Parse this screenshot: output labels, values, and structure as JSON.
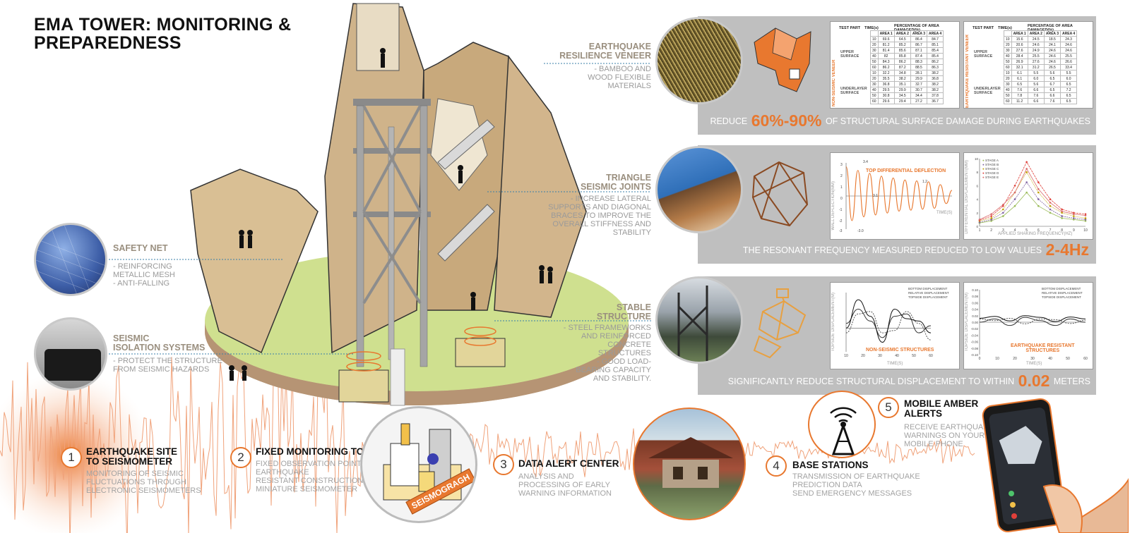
{
  "title": {
    "bold": "EMA",
    "rest": " TOWER: MONITORING &",
    "line2": "PREPAREDNESS"
  },
  "left_labels": [
    {
      "title": "SAFETY NET",
      "desc": [
        "- REINFORCING",
        "METALLIC MESH",
        "-  ANTI-FALLING"
      ]
    },
    {
      "title": "SEISMIC\nISOLATION SYSTEMS",
      "desc": [
        "- PROTECT THE STRUCTURE",
        "FROM SEISMIC HAZARDS"
      ]
    }
  ],
  "right_labels": [
    {
      "title_1": "EARTHQUAKE",
      "title_2": "RESILIENCE VENEER",
      "desc": [
        "- BAMBOO AND",
        "WOOD FLEXIBLE",
        "MATERIALS"
      ]
    },
    {
      "title_1": "TRIANGLE",
      "title_2": "SEISMIC JOINTS",
      "desc": [
        "- INCREASE LATERAL",
        "SUPPORTS AND DIAGONAL",
        "BRACES TO IMPROVE THE",
        "OVERALL STIFFNESS AND",
        "STABILITY"
      ]
    },
    {
      "title_1": "STABLE",
      "title_2": "STRUCTURE",
      "desc": [
        "- STEEL FRAMEWORKS",
        "AND REINFORCED",
        "CONCRETE",
        "STRUCTURES",
        "- GOOD LOAD-",
        "BEARING CAPACITY",
        "AND STABILITY."
      ]
    }
  ],
  "panels": [
    {
      "pre": "REDUCE",
      "big": "60%-90%",
      "post": "OF STRUCTURAL SURFACE DAMAGE DURING EARTHQUAKES"
    },
    {
      "pre": "THE RESONANT FREQUENCY MEASURED REDUCED TO LOW VALUES",
      "big": "2-4Hz",
      "post": ""
    },
    {
      "pre": "SIGNIFICANTLY REDUCE STRUCTURAL DISPLACEMENT TO WITHIN",
      "big": "0.02",
      "post": "METERS"
    }
  ],
  "table": {
    "head_test": "TEST PART",
    "head_time": "TIME(s)",
    "head_pct": "PERCENTAGE OF AREA DAMAGED(%)",
    "areas": [
      "AREA 1",
      "AREA 2",
      "AREA 3",
      "AREA 4"
    ],
    "left_vlabel": "NON-SEISMIC VENEER",
    "right_vlabel": "EARTHQUAKE RESISTANT VENEER",
    "upper": "UPPER\nSURFACE",
    "under": "UNDERLAYER\nSURFACE",
    "times": [
      "10",
      "20",
      "30",
      "40",
      "50",
      "60"
    ],
    "left_upper": [
      [
        "69.6",
        "64.5",
        "86.4",
        "84.7"
      ],
      [
        "81.2",
        "85.2",
        "86.7",
        "85.1"
      ],
      [
        "81.4",
        "85.6",
        "87.1",
        "85.4"
      ],
      [
        "82",
        "85.8",
        "87.4",
        "85.4"
      ],
      [
        "84.3",
        "86.2",
        "88.3",
        "86.2"
      ],
      [
        "86.2",
        "87.2",
        "88.5",
        "86.3"
      ]
    ],
    "left_under": [
      [
        "32.2",
        "34.8",
        "28.1",
        "38.2"
      ],
      [
        "35.5",
        "38.2",
        "29.9",
        "36.8"
      ],
      [
        "36.8",
        "35.1",
        "32.7",
        "38.2"
      ],
      [
        "29.5",
        "29.9",
        "30.7",
        "38.2"
      ],
      [
        "30.8",
        "34.5",
        "34.4",
        "37.8"
      ],
      [
        "29.6",
        "29.4",
        "27.2",
        "36.7"
      ]
    ],
    "right_upper": [
      [
        "15.6",
        "24.5",
        "18.5",
        "24.3"
      ],
      [
        "20.6",
        "24.6",
        "24.1",
        "24.6"
      ],
      [
        "27.6",
        "24.9",
        "24.6",
        "24.6"
      ],
      [
        "28.4",
        "25.5",
        "24.6",
        "25.5"
      ],
      [
        "26.9",
        "27.6",
        "24.6",
        "26.6"
      ],
      [
        "32.1",
        "31.2",
        "26.5",
        "33.4"
      ]
    ],
    "right_under": [
      [
        "6.1",
        "5.5",
        "5.6",
        "5.5"
      ],
      [
        "6.1",
        "6.0",
        "6.5",
        "6.0"
      ],
      [
        "6.5",
        "5.6",
        "6.7",
        "6.5"
      ],
      [
        "7.6",
        "6.6",
        "6.5",
        "7.2"
      ],
      [
        "7.8",
        "7.6",
        "6.6",
        "6.5"
      ],
      [
        "11.2",
        "6.6",
        "7.6",
        "6.5"
      ]
    ]
  },
  "chart_data": [
    {
      "type": "line",
      "title": "TOP DIFFERENTIAL DEFLECTION",
      "xlabel": "TIME(s)",
      "ylabel": "WALL DEFLECTION(mm)",
      "yticks": [
        "3",
        "2",
        "1",
        "0",
        "-1",
        "-2",
        "-3"
      ],
      "annotations": [
        "3.4",
        "3.1",
        "1.2",
        "-3.0"
      ],
      "series": [
        {
          "values": [
            3.1,
            -2.6,
            2.7,
            -2.2,
            2.4,
            -2.0,
            2.1,
            -1.8,
            1.9,
            -1.6,
            1.7,
            -1.5,
            1.6,
            -1.4,
            1.5,
            -1.3,
            1.2,
            -0.8,
            0.6
          ]
        }
      ],
      "ylim": [
        -3.5,
        3.5
      ]
    },
    {
      "type": "line",
      "title": "",
      "xlabel": "APPLIED SHAKING FREQUENCY(Hz)",
      "ylabel": "DIFFERENTIAL DISPLACEMENT(mm)",
      "categories": [
        "1",
        "2",
        "3",
        "4",
        "5",
        "6",
        "7",
        "8",
        "9",
        "10"
      ],
      "yticks": [
        "10",
        "8",
        "6",
        "4",
        "2",
        "0"
      ],
      "ylim": [
        0,
        10
      ],
      "series": [
        {
          "name": "STAGE A",
          "values": [
            0.5,
            0.8,
            1.5,
            3.0,
            5.0,
            3.0,
            2.0,
            1.2,
            1.0,
            0.8
          ]
        },
        {
          "name": "STAGE B",
          "values": [
            0.6,
            1.0,
            2.0,
            4.0,
            6.5,
            4.0,
            2.5,
            1.5,
            1.2,
            1.0
          ]
        },
        {
          "name": "STAGE C",
          "values": [
            0.8,
            1.2,
            2.5,
            5.0,
            8.0,
            5.0,
            3.0,
            2.0,
            1.5,
            1.2
          ]
        },
        {
          "name": "STAGE D",
          "values": [
            0.9,
            1.5,
            3.0,
            6.0,
            9.5,
            6.5,
            4.0,
            2.5,
            2.0,
            1.8
          ]
        },
        {
          "name": "STAGE E",
          "values": [
            1.0,
            1.8,
            3.2,
            5.0,
            8.5,
            5.5,
            3.5,
            2.2,
            1.8,
            1.6
          ]
        }
      ],
      "colors": [
        "#9bbb59",
        "#8064a2",
        "#c0a000",
        "#e0403a",
        "#d96b6b"
      ]
    },
    {
      "type": "line",
      "title": "NON-SEISMIC STRUCTURES",
      "xlabel": "TIME(s)",
      "ylabel": "TOPSIDE DISPLACEMENT(m)",
      "categories": [
        "10",
        "20",
        "30",
        "40",
        "50",
        "60"
      ],
      "legend": [
        "BOTTOM DISPLACEMENT",
        "RELATIVE DISPLACEMENT",
        "TOPSIDE DISPLACEMENT"
      ],
      "series": [
        {
          "name": "BOTTOM DISPLACEMENT",
          "values": [
            0.02,
            0.08,
            0.03,
            -0.04,
            0.05,
            0.06,
            -0.02,
            0.01
          ]
        },
        {
          "name": "RELATIVE DISPLACEMENT",
          "values": [
            -0.02,
            0.06,
            0.07,
            -0.02,
            -0.01,
            0.07,
            0.02,
            -0.05
          ]
        },
        {
          "name": "TOPSIDE DISPLACEMENT",
          "values": [
            0.0,
            0.12,
            0.05,
            -0.06,
            0.08,
            0.04,
            0.03,
            -0.02
          ]
        }
      ],
      "ylim": [
        -0.1,
        0.15
      ]
    },
    {
      "type": "line",
      "title": "EARTHQUAKE RESISTANT\nSTRUCTURES",
      "xlabel": "TIME(s)",
      "ylabel": "TOPSIDE DISPLACEMENT(m)",
      "categories": [
        "0",
        "10",
        "20",
        "30",
        "40",
        "50",
        "60"
      ],
      "yticks": [
        "0.10",
        "0.08",
        "0.06",
        "0.04",
        "0.02",
        "0.00",
        "-0.02",
        "-0.04",
        "-0.06",
        "-0.08",
        "-0.10"
      ],
      "legend": [
        "BOTTOM DISPLACEMENT",
        "RELATIVE DISPLACEMENT",
        "TOPSIDE DISPLACEMENT"
      ],
      "series": [
        {
          "name": "BOTTOM DISPLACEMENT",
          "values": [
            0.0,
            0.01,
            -0.01,
            0.015,
            0.005,
            -0.01,
            0.01,
            0.0
          ]
        },
        {
          "name": "RELATIVE DISPLACEMENT",
          "values": [
            0.01,
            0.005,
            0.012,
            -0.005,
            0.01,
            0.008,
            -0.004,
            0.006
          ]
        },
        {
          "name": "TOPSIDE DISPLACEMENT",
          "values": [
            0.012,
            0.018,
            0.004,
            0.02,
            0.015,
            0.002,
            0.016,
            0.01
          ]
        }
      ],
      "ylim": [
        -0.1,
        0.1
      ]
    }
  ],
  "steps": [
    {
      "num": "1",
      "title": [
        "EARTHQUAKE SITE",
        "TO SEISMOMETER"
      ],
      "desc": [
        "MONITORING OF SEISMIC",
        "FLUCTUATIONS THROUGH",
        "ELECTRONIC SEISMOMETERS"
      ]
    },
    {
      "num": "2",
      "title": [
        "FIXED MONITORING TOWER"
      ],
      "desc": [
        "FIXED OBSERVATION POINT",
        "EARTHQUAKE",
        "RESISTANT CONSTRUCTION",
        "MINIATURE SEISMOMETER"
      ]
    },
    {
      "num": "3",
      "title": [
        "DATA ALERT CENTER"
      ],
      "desc": [
        "ANALYSIS AND",
        "PROCESSING OF EARLY",
        "WARNING INFORMATION"
      ]
    },
    {
      "num": "4",
      "title": [
        "BASE STATIONS"
      ],
      "desc": [
        "TRANSMISSION OF EARTHQUAKE",
        "PREDICTION DATA",
        "SEND EMERGENCY MESSAGES"
      ]
    },
    {
      "num": "5",
      "title": [
        "MOBILE AMBER",
        "ALERTS"
      ],
      "desc": [
        "RECEIVE EARTHQUAKE",
        "WARNINGS ON YOUR",
        "MOBILE PHONE"
      ]
    }
  ],
  "seismograph_label": "SEISMOGRAGH",
  "colors": {
    "accent": "#e8782f",
    "panel": "#bfbfbf",
    "wood": "#c8a97c",
    "grass": "#c8d98a",
    "steel": "#9a9a9a"
  }
}
